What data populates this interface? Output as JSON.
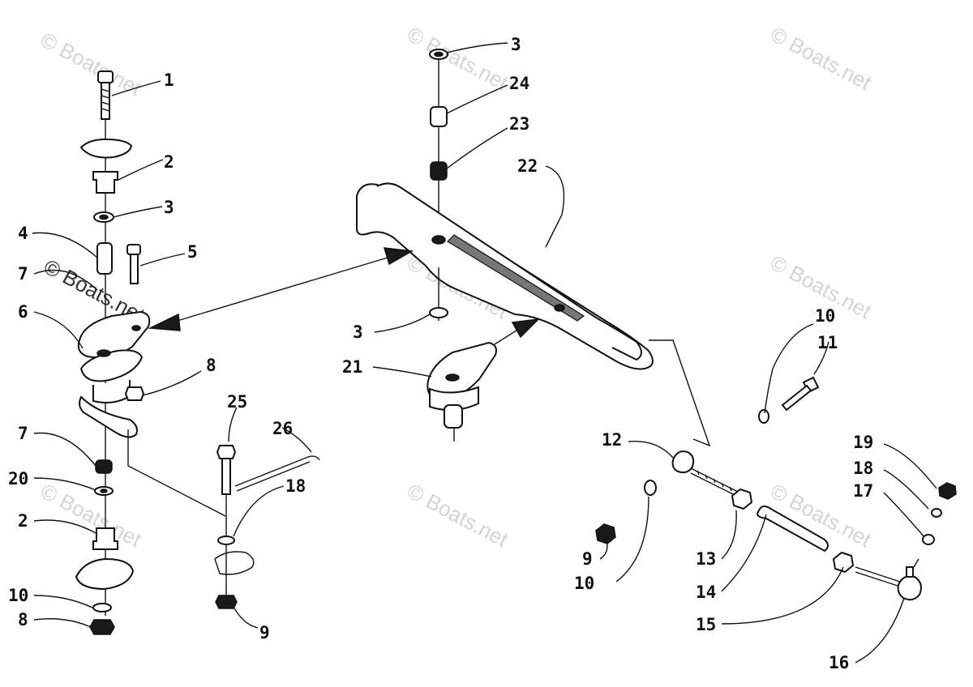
{
  "watermark": "© Boats.net",
  "callouts": [
    "1",
    "2",
    "3",
    "4",
    "5",
    "7",
    "6",
    "8",
    "7",
    "20",
    "2",
    "10",
    "8",
    "25",
    "26",
    "18",
    "9",
    "3",
    "24",
    "23",
    "22",
    "3",
    "21",
    "10",
    "11",
    "12",
    "19",
    "18",
    "17",
    "9",
    "10",
    "13",
    "14",
    "15",
    "16"
  ]
}
